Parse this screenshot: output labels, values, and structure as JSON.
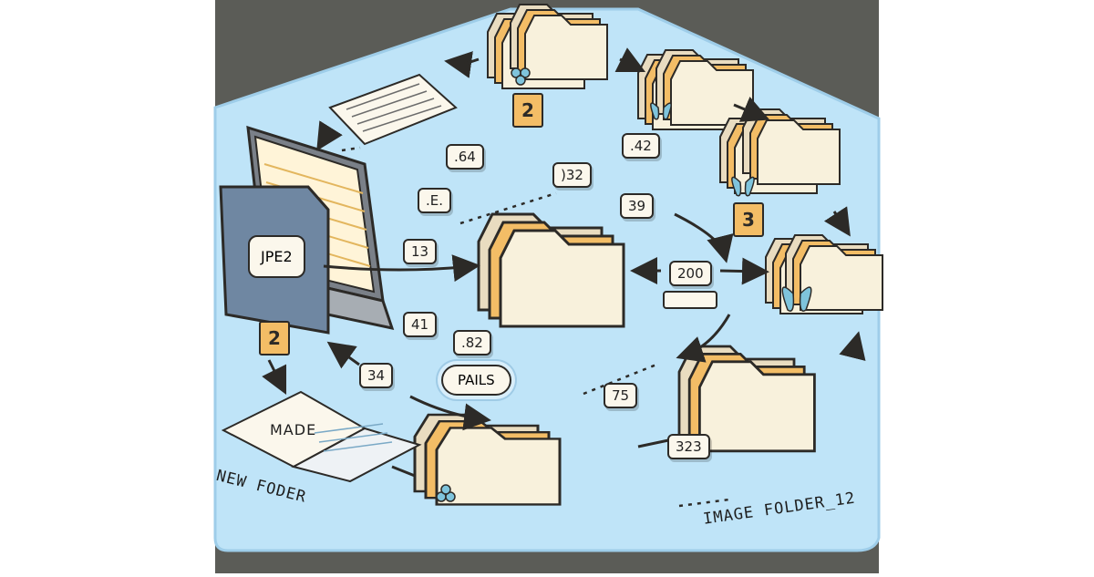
{
  "labels": {
    "num_64": ".64",
    "num_332": ")32",
    "num_42": ".42",
    "num_39": "39",
    "num_e": ".E.",
    "num_13": "13",
    "num_200": "200",
    "num_41": "41",
    "num_82": ".82",
    "num_34": "34",
    "num_75": "75",
    "num_323": "323"
  },
  "badges": {
    "top": "2",
    "right": "3",
    "left": "2"
  },
  "screen_tag": "JPE2",
  "pill": "PAILS",
  "book_label": "MADE",
  "captions": {
    "new_folder": "NEW FODER",
    "image_folder": "IMAGE FOLDER_12"
  },
  "colors": {
    "platform": "#bfe4f8",
    "border": "#595a55",
    "folder_tab": "#f3bd66",
    "folder_body": "#f8f1dc",
    "ink": "#2c2a27"
  }
}
